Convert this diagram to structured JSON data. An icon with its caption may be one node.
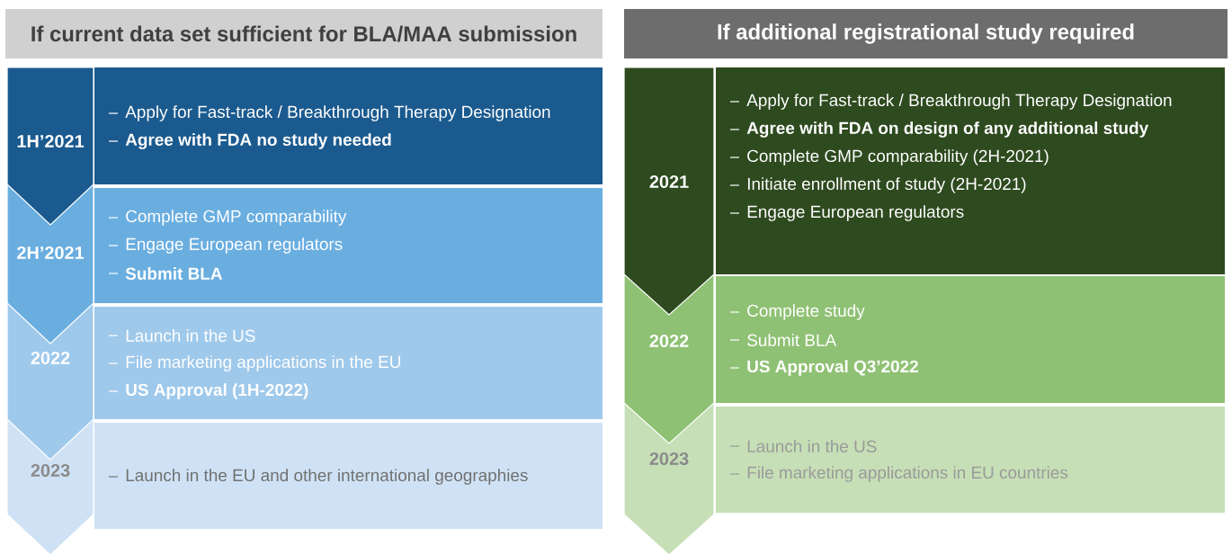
{
  "diagram": {
    "nodes": [
      {
        "text": [
          "If current data set sufficient for BLA/MAA submission"
        ]
      },
      {
        "text": [
          "1H’2021"
        ]
      },
      {
        "text": [
          "Apply for Fast-track / Breakthrough Therapy Designation",
          "Agree with FDA no study needed"
        ]
      },
      {
        "text": [
          "2H’2021"
        ]
      },
      {
        "text": [
          "Complete GMP comparability",
          "Engage European regulators",
          "Submit BLA"
        ]
      },
      {
        "text": [
          "2022"
        ]
      },
      {
        "text": [
          "Launch in the US",
          "File marketing applications in the EU",
          "US Approval (1H-2022)"
        ]
      },
      {
        "text": [
          "2023"
        ]
      },
      {
        "text": [
          "Launch in the EU and other international geographies"
        ]
      },
      {
        "text": [
          "If additional registrational study required"
        ]
      },
      {
        "text": [
          "2021"
        ]
      },
      {
        "text": [
          "Apply for Fast-track / Breakthrough Therapy Designation",
          "Agree with FDA on design of any additional study",
          "Complete GMP comparability (2H-2021)",
          "Initiate enrollment of study (2H-2021)",
          "Engage European regulators"
        ]
      },
      {
        "text": [
          "2022"
        ]
      },
      {
        "text": [
          "Complete study",
          "Submit BLA",
          "US Approval Q3’2022"
        ]
      },
      {
        "text": [
          "2023"
        ]
      },
      {
        "text": [
          "Launch in the US",
          "File marketing applications in EU countries"
        ]
      }
    ]
  }
}
